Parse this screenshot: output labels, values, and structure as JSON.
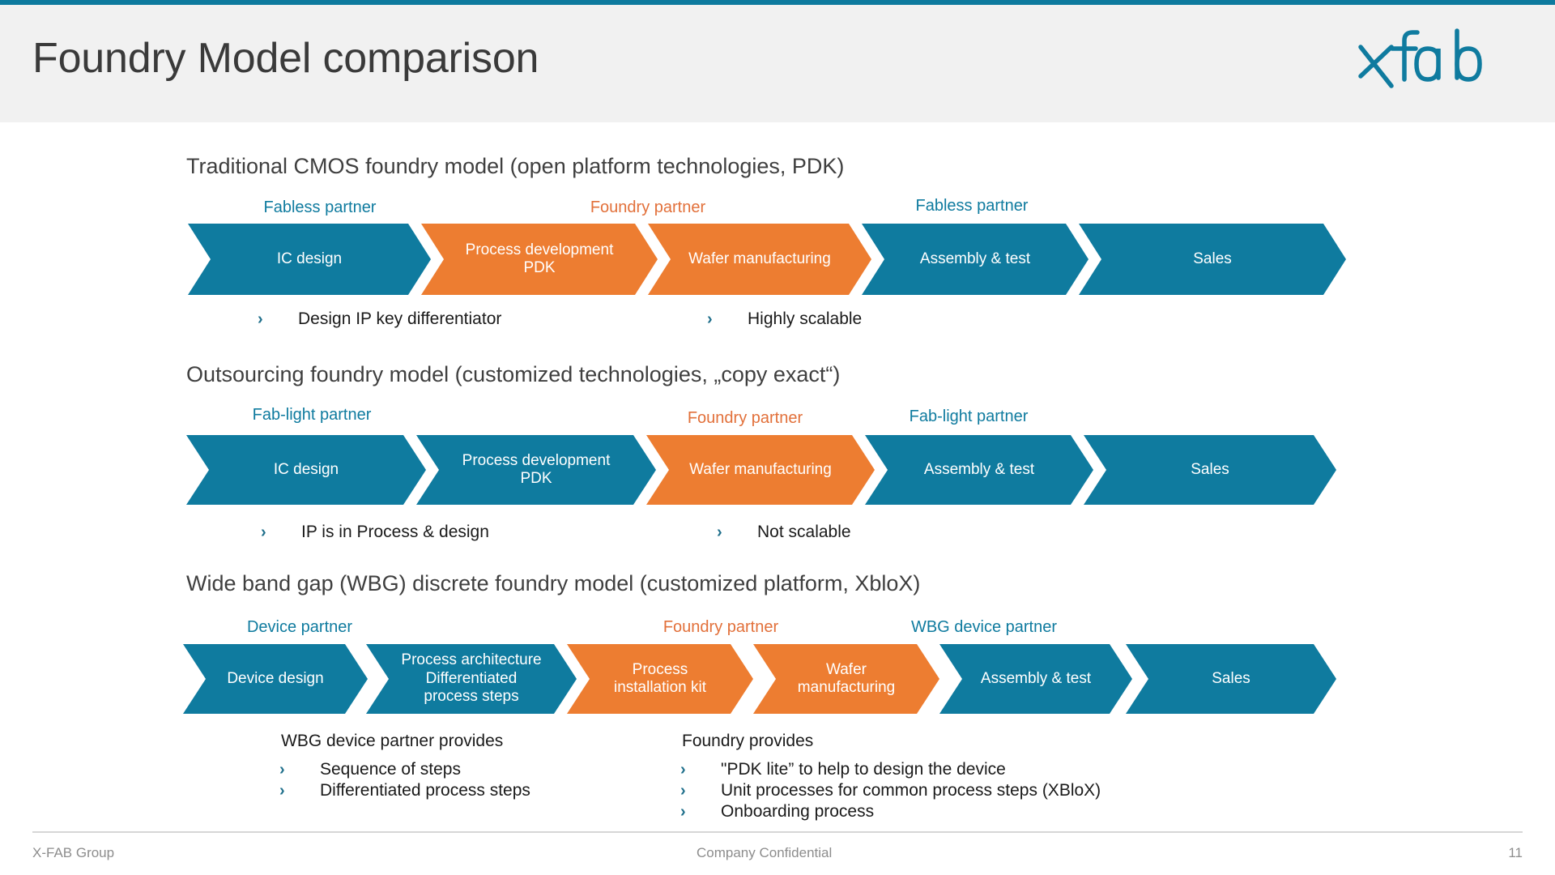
{
  "header": {
    "title": "Foundry Model comparison",
    "logo_text": "xfab",
    "logo_color": "#0f7b9f",
    "band_color": "#f1f1f1",
    "rule_color": "#0d7a9e"
  },
  "colors": {
    "teal": "#0f7b9f",
    "orange": "#ed7d31",
    "label_teal": "#0f7b9f",
    "label_orange": "#e2703a",
    "text": "#3f3f3f"
  },
  "sections": [
    {
      "heading": "Traditional CMOS foundry model (open platform technologies, PDK)",
      "partner_labels": [
        {
          "text": "Fabless partner",
          "color": "teal"
        },
        {
          "text": "Foundry partner",
          "color": "orange"
        },
        {
          "text": "Fabless partner",
          "color": "teal"
        }
      ],
      "steps": [
        {
          "label": "IC design",
          "color": "teal"
        },
        {
          "label": "Process development\nPDK",
          "color": "orange"
        },
        {
          "label": "Wafer manufacturing",
          "color": "orange"
        },
        {
          "label": "Assembly & test",
          "color": "teal"
        },
        {
          "label": "Sales",
          "color": "teal"
        }
      ],
      "bullets": [
        {
          "text": "Design IP key differentiator"
        },
        {
          "text": "Highly scalable"
        }
      ]
    },
    {
      "heading": "Outsourcing foundry model (customized technologies, „copy exact“)",
      "partner_labels": [
        {
          "text": "Fab-light partner",
          "color": "teal"
        },
        {
          "text": "Foundry partner",
          "color": "orange"
        },
        {
          "text": "Fab-light partner",
          "color": "teal"
        }
      ],
      "steps": [
        {
          "label": "IC design",
          "color": "teal"
        },
        {
          "label": "Process development\nPDK",
          "color": "teal"
        },
        {
          "label": "Wafer manufacturing",
          "color": "orange"
        },
        {
          "label": "Assembly & test",
          "color": "teal"
        },
        {
          "label": "Sales",
          "color": "teal"
        }
      ],
      "bullets": [
        {
          "text": "IP is in Process & design"
        },
        {
          "text": "Not scalable"
        }
      ]
    },
    {
      "heading": "Wide band gap (WBG) discrete foundry model (customized platform, XbloX)",
      "partner_labels": [
        {
          "text": "Device partner",
          "color": "teal"
        },
        {
          "text": "Foundry partner",
          "color": "orange"
        },
        {
          "text": "WBG device partner",
          "color": "teal"
        }
      ],
      "steps": [
        {
          "label": "Device design",
          "color": "teal"
        },
        {
          "label": "Process architecture\nDifferentiated\nprocess steps",
          "color": "teal"
        },
        {
          "label": "Process\ninstallation kit",
          "color": "orange"
        },
        {
          "label": "Wafer\nmanufacturing",
          "color": "orange"
        },
        {
          "label": "Assembly & test",
          "color": "teal"
        },
        {
          "label": "Sales",
          "color": "teal"
        }
      ],
      "bullet_groups": [
        {
          "title": "WBG device partner provides",
          "items": [
            "Sequence of steps",
            "Differentiated process steps"
          ]
        },
        {
          "title": "Foundry provides",
          "items": [
            "\"PDK lite” to help to design the device",
            "Unit processes for common process steps (XBloX)",
            "Onboarding process"
          ]
        }
      ]
    }
  ],
  "footer": {
    "left": "X-FAB Group",
    "center": "Company Confidential",
    "page_number": "11"
  },
  "bullet_glyph": "›"
}
